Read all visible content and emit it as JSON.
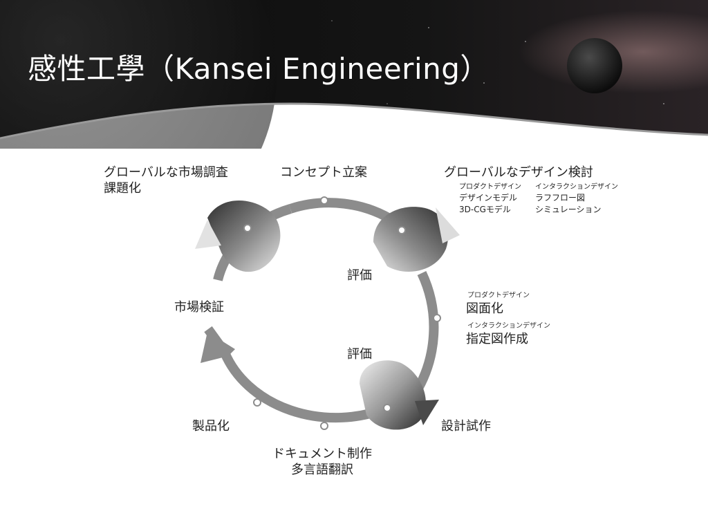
{
  "slide": {
    "title": "感性工學（Kansei Engineering）"
  },
  "cycle": {
    "nodes": {
      "global_research": [
        "グローバルな市場調査",
        "課題化"
      ],
      "concept": "コンセプト立案",
      "global_design": "グローバルなデザイン検討",
      "design_details": {
        "col1": [
          "プロダクトデザイン",
          "デザインモデル",
          "3D-CGモデル"
        ],
        "col2": [
          "インタラクションデザイン",
          "ラフフロー図",
          "シミュレーション"
        ]
      },
      "evaluation_upper": "評価",
      "evaluation_lower": "評価",
      "product_design_small": "プロダクトデザイン",
      "drawing": "図面化",
      "interaction_design_small": "インタラクションデザイン",
      "spec_drawing": "指定図作成",
      "prototype": "設計試作",
      "documentation": [
        "ドキュメント制作",
        "多言語翻訳"
      ],
      "productization": "製品化",
      "market_verification": "市場検証"
    }
  },
  "colors": {
    "header_dark": "#111111",
    "ring": "#8c8c8c",
    "arrow_light": "#e8e8e8",
    "arrow_dark": "#3a3a3a"
  }
}
